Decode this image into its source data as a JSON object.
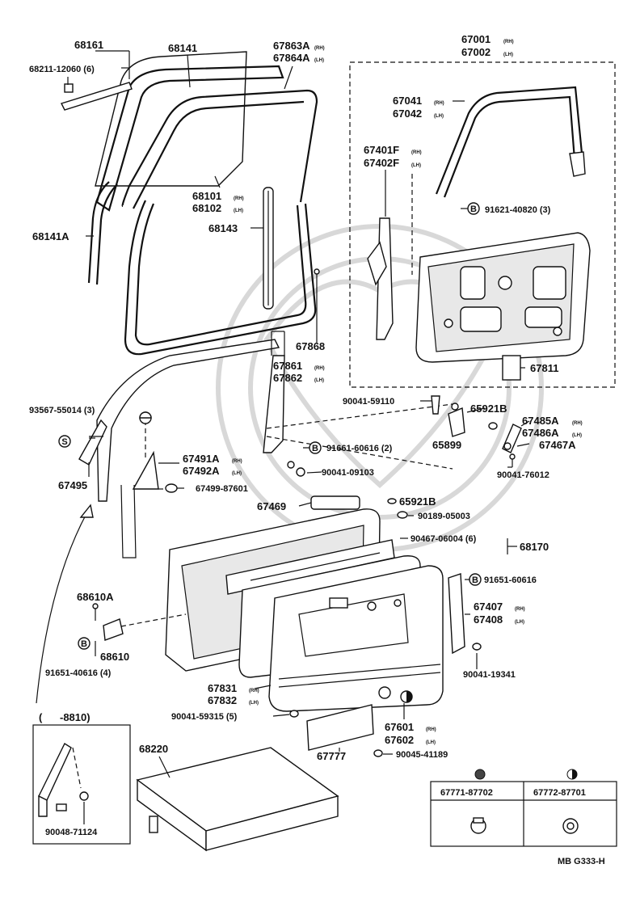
{
  "labels": {
    "p68161": "68161",
    "p68211": "68211-12060 (6)",
    "p68141": "68141",
    "p67863": "67863A",
    "p67864": "67864A",
    "p67001": "67001",
    "p67002": "67002",
    "p67041": "67041",
    "p67042": "67042",
    "p67401": "67401F",
    "p67402": "67402F",
    "p91621": "91621-40820 (3)",
    "p68101": "68101",
    "p68102": "68102",
    "p68143": "68143",
    "p68141a": "68141A",
    "p67868": "67868",
    "p67861": "67861",
    "p67862": "67862",
    "p67811": "67811",
    "p90041_59110": "90041-59110",
    "p65921b_1": "65921B",
    "p67485": "67485A",
    "p67486": "67486A",
    "p67467": "67467A",
    "p65899": "65899",
    "p93567": "93567-55014 (3)",
    "p91661": "91661-60616 (2)",
    "p90041_09103": "90041-09103",
    "p90041_76012": "90041-76012",
    "p67491": "67491A",
    "p67492": "67492A",
    "p67495": "67495",
    "p67499": "67499-87601",
    "p67469": "67469",
    "p65921b_2": "65921B",
    "p90189": "90189-05003",
    "p90467": "90467-06004 (6)",
    "p68170": "68170",
    "p91651_60616": "91651-60616",
    "p68610a": "68610A",
    "p67407": "67407",
    "p67408": "67408",
    "p68610": "68610",
    "p91651_40616": "91651-40616 (4)",
    "p90041_19341": "90041-19341",
    "p67831": "67831",
    "p67832": "67832",
    "p67601": "67601",
    "p67602": "67602",
    "p90041_59315": "90041-59315 (5)",
    "p67777": "67777",
    "p90045": "90045-41189",
    "p68220": "68220",
    "p90048": "90048-71124",
    "range": "(      -8810)",
    "tbl_col1": "67771-87702",
    "tbl_col2": "67772-87701",
    "fig_code": "MB G333-H",
    "rh": "(RH)",
    "lh": "(LH)"
  },
  "circle_marks": {
    "b": "B",
    "s": "S"
  }
}
